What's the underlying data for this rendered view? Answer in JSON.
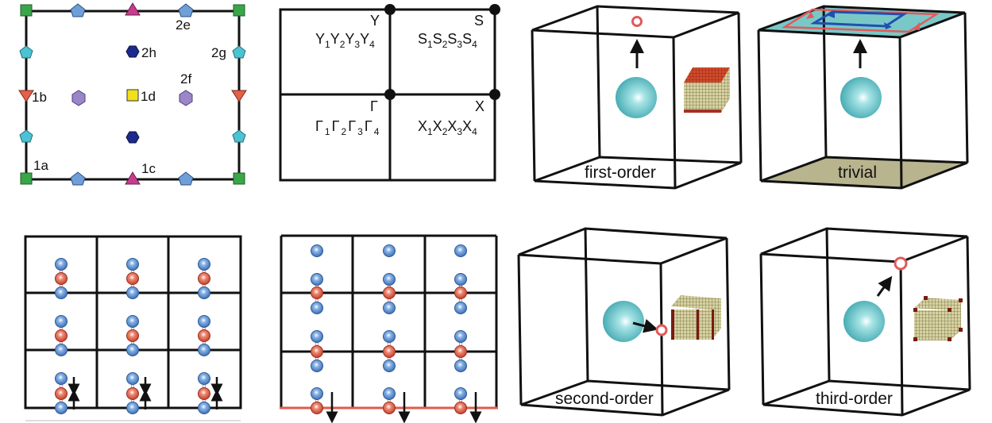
{
  "panel_wyckoff": {
    "labels": {
      "a": "1a",
      "b": "1b",
      "c": "1c",
      "d": "1d",
      "e": "2e",
      "f": "2f",
      "g": "2g",
      "h": "2h"
    },
    "colors": {
      "green": "#3aa64a",
      "pentagon_blue": "#6f9fd8",
      "cyan": "#4cc2d2",
      "magenta": "#c63d8f",
      "red": "#e5604a",
      "navy": "#1c2a8c",
      "purple": "#9a86c8",
      "yellow": "#f2e01c"
    }
  },
  "panel_bz": {
    "Y": "Y",
    "S": "S",
    "Gamma": "Γ",
    "X": "X",
    "Y_irreps": [
      "Y",
      "Y",
      "Y",
      "Y"
    ],
    "S_irreps": [
      "S",
      "S",
      "S",
      "S"
    ],
    "G_irreps": [
      "Γ",
      "Γ",
      "Γ",
      "Γ"
    ],
    "X_irreps": [
      "X",
      "X",
      "X",
      "X"
    ],
    "subs": [
      "1",
      "2",
      "3",
      "4"
    ]
  },
  "cubes": [
    {
      "label": "first-order"
    },
    {
      "label": "trivial"
    },
    {
      "label": "second-order"
    },
    {
      "label": "third-order"
    }
  ],
  "colors": {
    "sphere": "#66c6cc",
    "ring": "#e05a5a",
    "top_surface": "#79c8c8",
    "bottom_surface": "#b8b48e",
    "red_line": "#e05a4c",
    "blue_atom": "#5b8fd0",
    "red_atom": "#d95a44"
  }
}
